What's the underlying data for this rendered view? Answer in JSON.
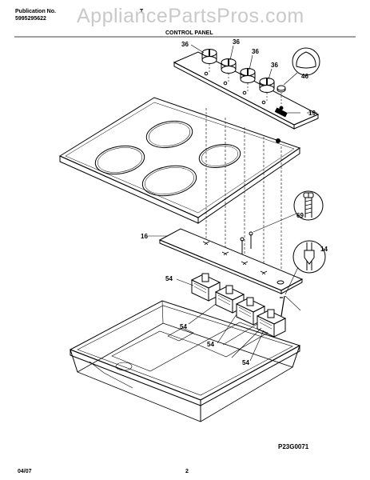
{
  "header": {
    "publication_label": "Publication No.",
    "publication_number": "5995295622",
    "model_code": "T",
    "section_title": "CONTROL PANEL"
  },
  "watermark": "AppliancePartsPros.com",
  "callouts": {
    "knob": "36",
    "knob_cap": "46",
    "control_panel": "19",
    "bracket": "16",
    "screw": "69",
    "sensor": "14",
    "switch": "54"
  },
  "diagram_code": "P23G0071",
  "footer": {
    "date": "04/07",
    "page": "2"
  },
  "colors": {
    "line": "#000000",
    "watermark": "#c9c9c9"
  }
}
